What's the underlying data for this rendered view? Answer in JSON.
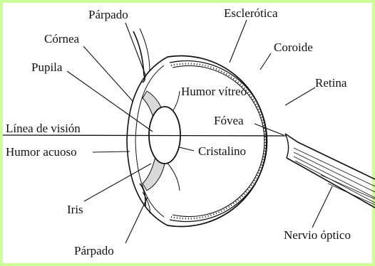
{
  "labels": {
    "parpado_top": "Párpado",
    "esclerotica": "Esclerótica",
    "cornea": "Córnea",
    "coroide": "Coroide",
    "pupila": "Pupila",
    "retina": "Retina",
    "humor_vitreo": "Humor vítreo",
    "fovea": "Fóvea",
    "linea_vision": "Línea de visión",
    "humor_acuoso": "Humor acuoso",
    "cristalino": "Cristalino",
    "iris": "Iris",
    "nervio_optico": "Nervio óptico",
    "parpado_bottom": "Párpado"
  },
  "colors": {
    "frame": "#ccff99",
    "background": "#ffffff",
    "ink": "#111111"
  }
}
